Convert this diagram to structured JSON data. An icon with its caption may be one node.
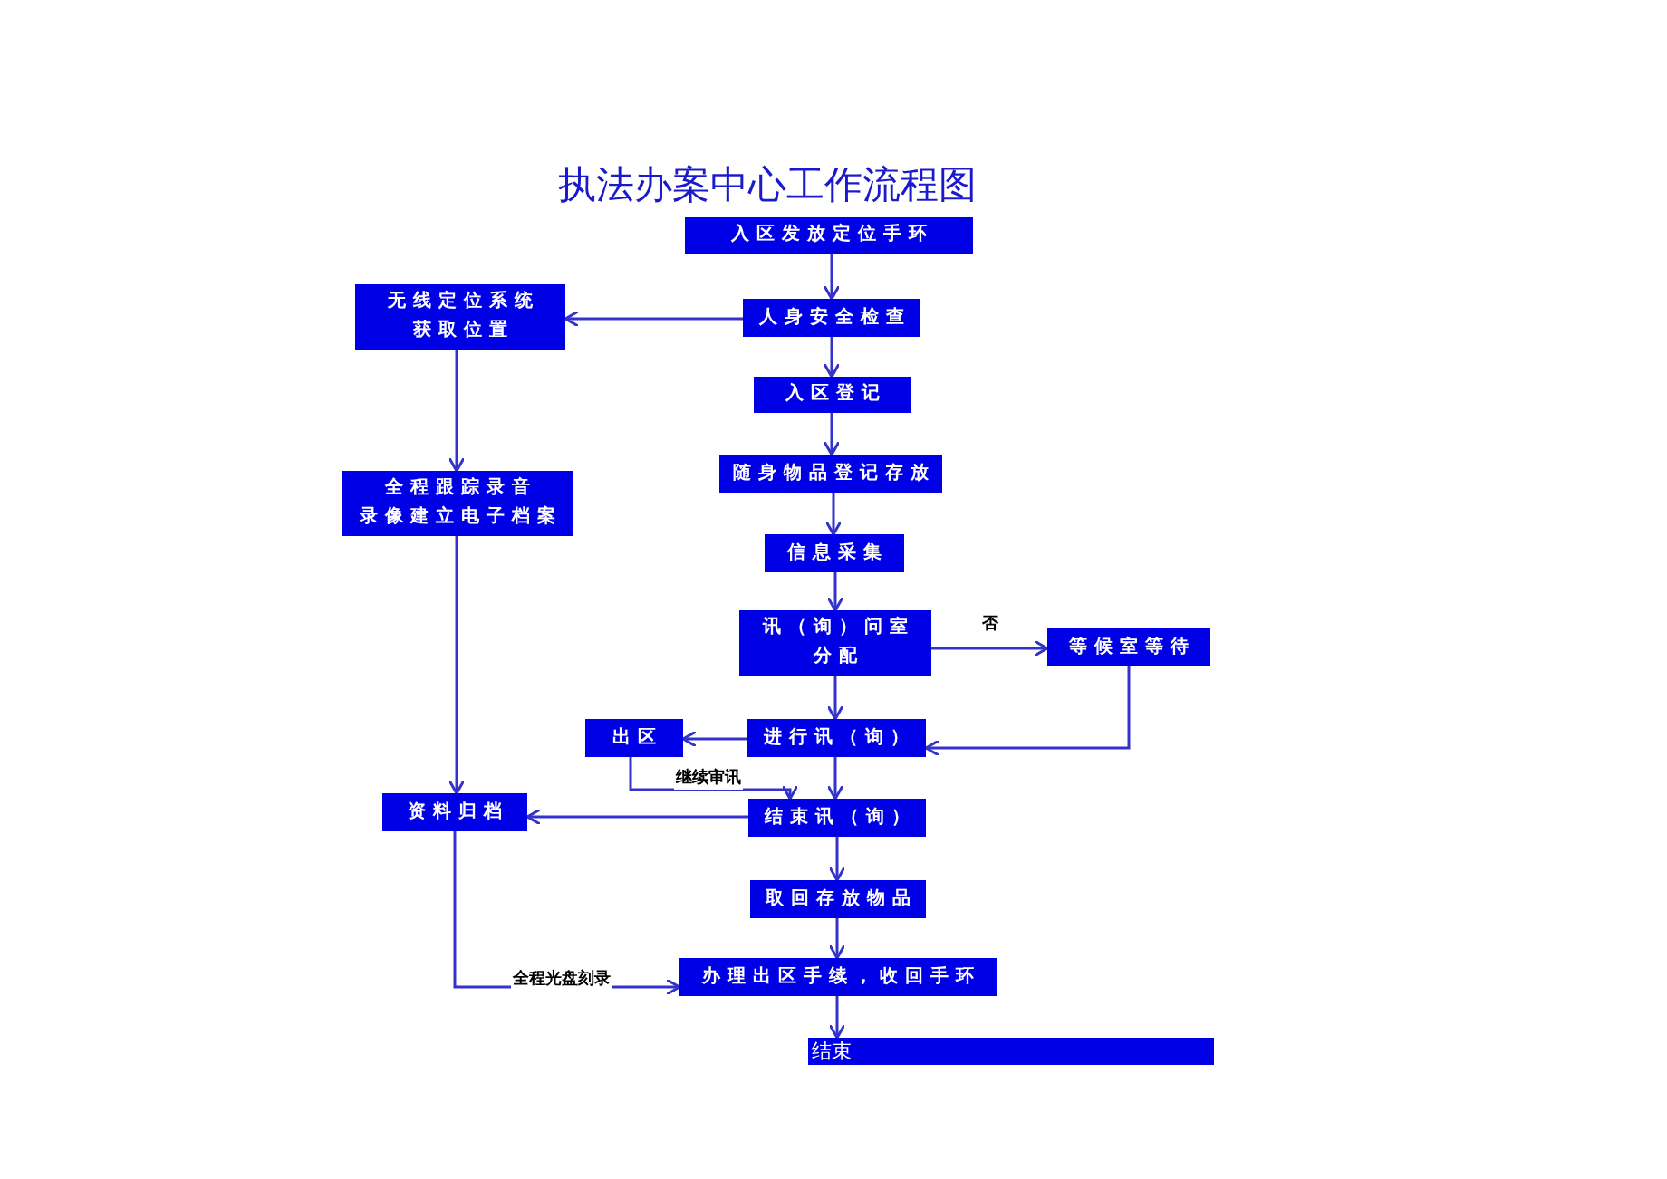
{
  "diagram": {
    "title": "执法办案中心工作流程图",
    "nodes": [
      {
        "text": [
          "入区发放定位手环"
        ]
      },
      {
        "text": [
          "人身安全检查"
        ]
      },
      {
        "text": [
          "无线定位系统获取位置"
        ]
      },
      {
        "text": [
          "入区登记"
        ]
      },
      {
        "text": [
          "随身物品登记存放"
        ]
      },
      {
        "text": [
          "全程跟踪录音录像建立电子档案"
        ]
      },
      {
        "text": [
          "信息采集"
        ]
      },
      {
        "text": [
          "讯（询）问室分配"
        ]
      },
      {
        "text": [
          "等候室等待"
        ]
      },
      {
        "text": [
          "出区"
        ]
      },
      {
        "text": [
          "进行讯（询）"
        ]
      },
      {
        "text": [
          "资料归档"
        ]
      },
      {
        "text": [
          "结束讯（询）"
        ]
      },
      {
        "text": [
          "取回存放物品"
        ]
      },
      {
        "text": [
          "办理出区手续，收回手环"
        ]
      },
      {
        "text": [
          "结束"
        ]
      }
    ],
    "edges": [
      {
        "from": 0,
        "to": 1,
        "arrow": "to"
      },
      {
        "from": 1,
        "to": 2,
        "arrow": "to"
      },
      {
        "from": 1,
        "to": 3,
        "arrow": "to"
      },
      {
        "from": 2,
        "to": 5,
        "arrow": "to"
      },
      {
        "from": 3,
        "to": 4,
        "arrow": "to"
      },
      {
        "from": 4,
        "to": 6,
        "arrow": "to"
      },
      {
        "from": 6,
        "to": 7,
        "arrow": "to"
      },
      {
        "from": 7,
        "to": 8,
        "arrow": "to",
        "label": "否"
      },
      {
        "from": 7,
        "to": 10,
        "arrow": "to"
      },
      {
        "from": 8,
        "to": 10,
        "arrow": "to"
      },
      {
        "from": 10,
        "to": 9,
        "arrow": "to"
      },
      {
        "from": 10,
        "to": 12,
        "arrow": "to"
      },
      {
        "from": 9,
        "to": 12,
        "arrow": "to",
        "label": "继续审讯"
      },
      {
        "from": 5,
        "to": 11,
        "arrow": "to"
      },
      {
        "from": 12,
        "to": 11,
        "arrow": "to"
      },
      {
        "from": 11,
        "to": 14,
        "arrow": "to",
        "label": "全程光盘刻录"
      },
      {
        "from": 12,
        "to": 13,
        "arrow": "to"
      },
      {
        "from": 13,
        "to": 14,
        "arrow": "to"
      },
      {
        "from": 14,
        "to": 15,
        "arrow": "to"
      }
    ]
  }
}
